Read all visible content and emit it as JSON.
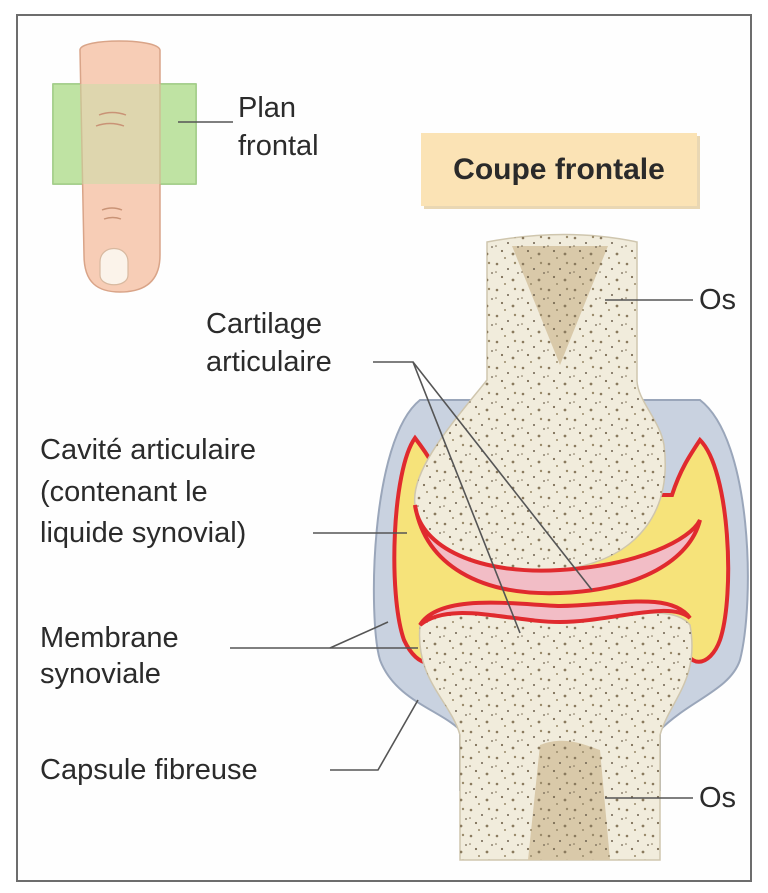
{
  "title": "Coupe frontale",
  "labels": {
    "plane_line1": "Plan",
    "plane_line2": "frontal",
    "bone_top": "Os",
    "bone_bottom": "Os",
    "cartilage_line1": "Cartilage",
    "cartilage_line2": "articulaire",
    "cavity_line1": "Cavité articulaire",
    "cavity_line2": "(contenant le",
    "cavity_line3": "liquide synovial)",
    "membrane_line1": "Membrane",
    "membrane_line2": "synoviale",
    "capsule": "Capsule fibreuse"
  },
  "colors": {
    "bone": "#f1ecdc",
    "marrow": "#d9c9a9",
    "cartilage": "#f2bdc6",
    "synovial_membrane": "#e02a2e",
    "synovial_fluid": "#f6e37a",
    "capsule": "#c9d2e0",
    "plane": "#bfe3a3",
    "skin": "#f7cdb6",
    "title_box": "#fbe3b5"
  }
}
